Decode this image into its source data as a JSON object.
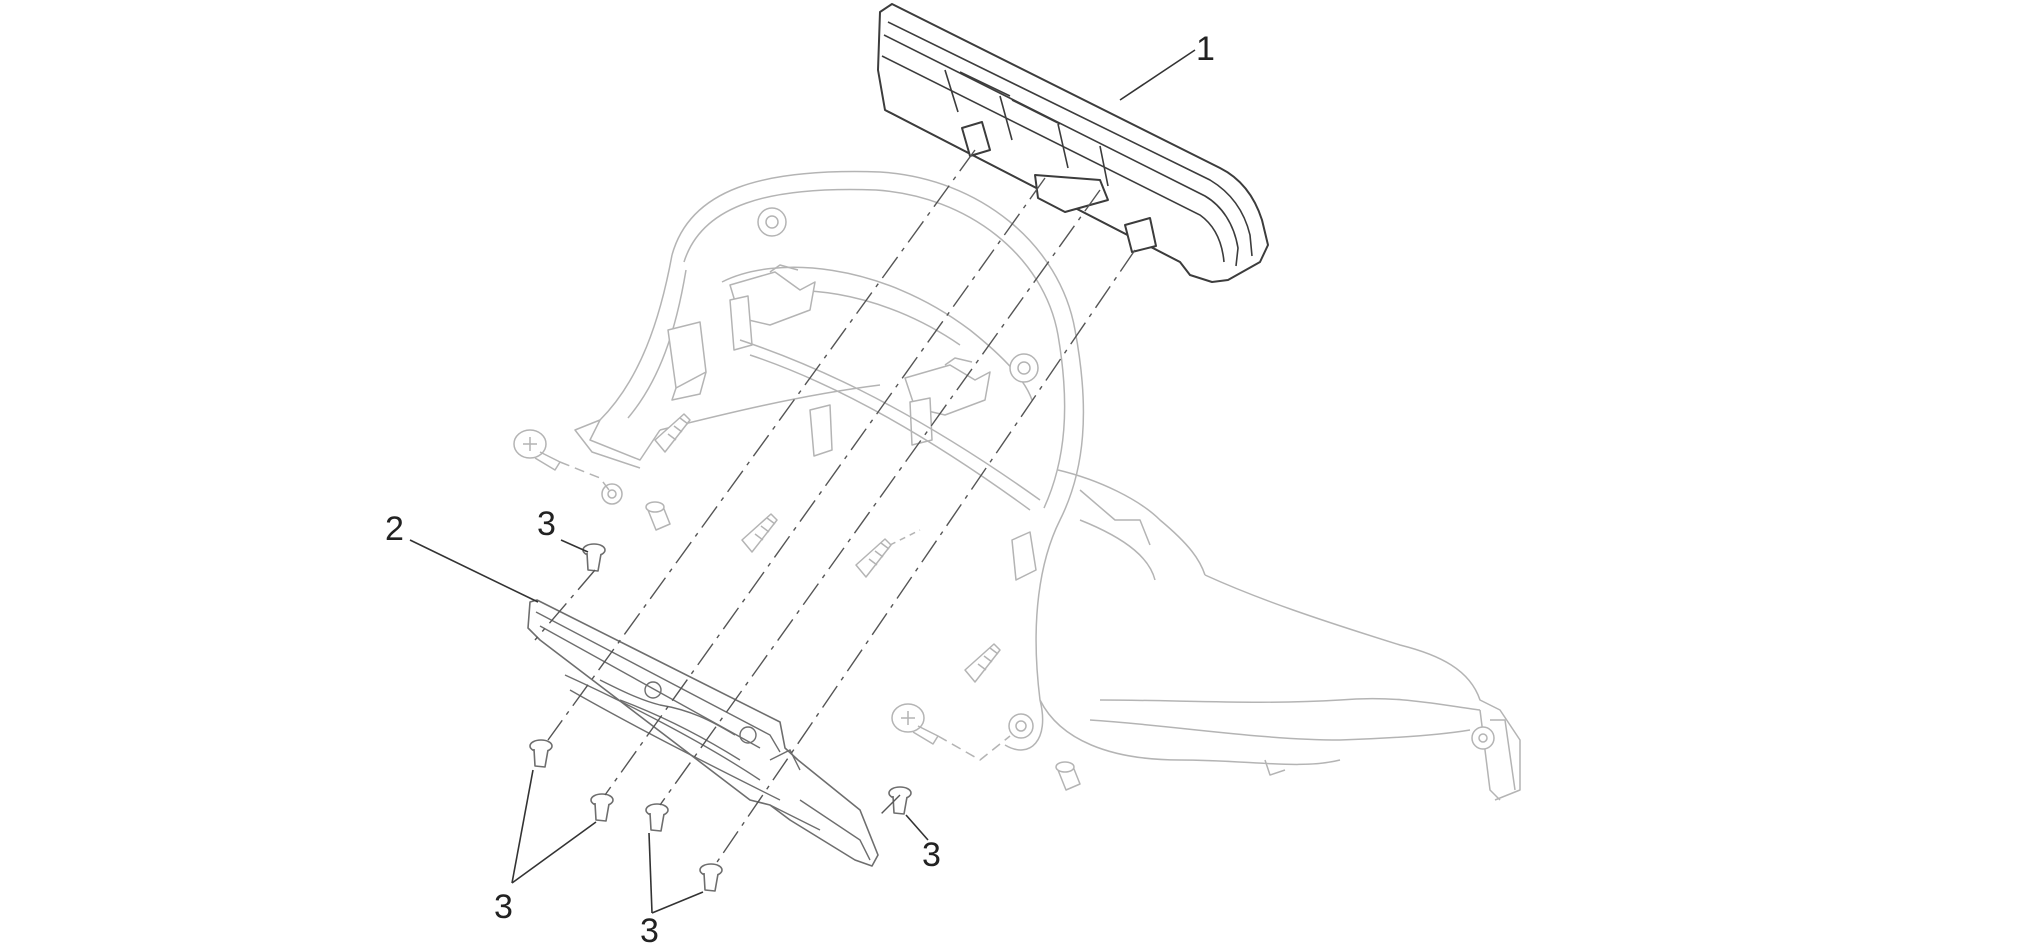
{
  "diagram": {
    "callouts": {
      "instrument_panel": "1",
      "lower_cover": "2",
      "screw_a": "3",
      "screw_b": "3",
      "screw_c": "3",
      "screw_d": "3",
      "screw_e": "3"
    },
    "parts": [
      {
        "id": "instrument-panel",
        "callout": "1"
      },
      {
        "id": "lower-cover",
        "callout": "2"
      },
      {
        "id": "screw",
        "callout": "3"
      }
    ],
    "colors": {
      "primary_line": "#3c3c3c",
      "ghost_line": "#b4b4b4",
      "background": "#ffffff"
    }
  }
}
